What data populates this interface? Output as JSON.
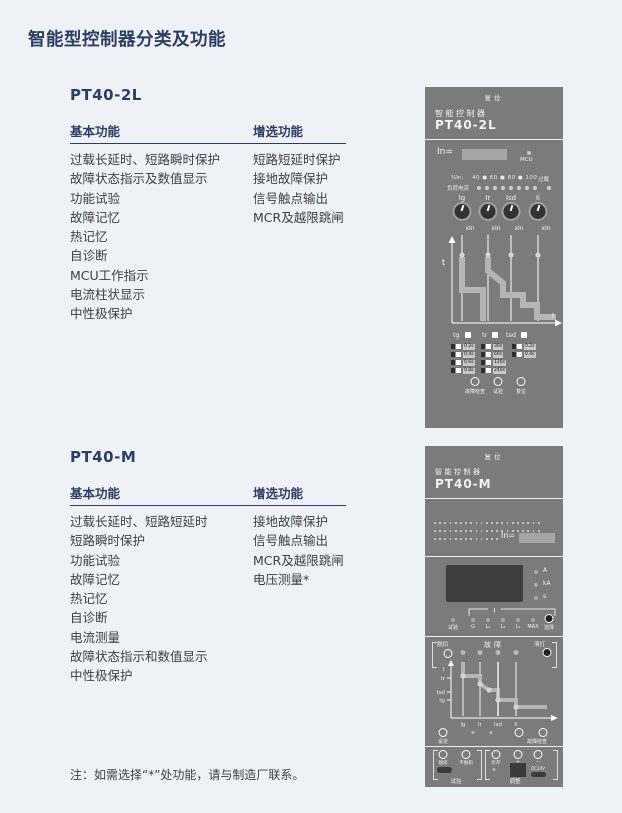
{
  "page": {
    "title": "智能型控制器分类及功能",
    "note": "注：如需选择“*”处功能，请与制造厂联系。"
  },
  "sections": [
    {
      "model": "PT40-2L",
      "columns": [
        {
          "header": "基本功能",
          "items": [
            "过载长延时、短路瞬时保护",
            "故障状态指示及数值显示",
            "功能试验",
            "故障记忆",
            "热记忆",
            "自诊断",
            "MCU工作指示",
            "电流柱状显示",
            "中性极保护"
          ]
        },
        {
          "header": "增选功能",
          "items": [
            "短路短延时保护",
            "接地故障保护",
            "信号触点输出",
            "MCR及越限跳闸"
          ]
        }
      ]
    },
    {
      "model": "PT40-M",
      "columns": [
        {
          "header": "基本功能",
          "items": [
            "过载长延时、短路短延时",
            "短路瞬时保护",
            "功能试验",
            "故障记忆",
            "热记忆",
            "自诊断",
            "电流测量",
            "故障状态指示和数值显示",
            "中性极保护"
          ]
        },
        {
          "header": "增选功能",
          "items": [
            "接地故障保护",
            "信号触点输出",
            "MCR及越限跳闸",
            "电压测量*"
          ]
        }
      ]
    }
  ],
  "colors": {
    "accent_navy": "#2e3d63",
    "device_gray": "#7b7b7b"
  },
  "device_2l": {
    "reset": "复位",
    "type_label": "智能控制器",
    "model": "PT40-2L",
    "in_label": "In=",
    "mcu": "MCU",
    "percent_label": "%In:",
    "percent_scale": "40 ● 60 ● 80 ● 100",
    "overload": "过载",
    "load_current": "负荷电流",
    "knobs": [
      "Ig",
      "Ir",
      "Isd",
      "Ii"
    ],
    "xin": "xIn",
    "t_axis": "t",
    "i_axis": "I",
    "tg": "tg",
    "tr": "tr",
    "tsd": "tsd",
    "tg_values": [
      "0.2s",
      "0.4s",
      "0.6s",
      "0.8s"
    ],
    "tr_values": [
      "30s",
      "60s",
      "120s",
      "240s"
    ],
    "tsd_values": [
      "0.2s",
      "0.4s"
    ],
    "buttons": [
      "故障检查",
      "试验",
      "复位"
    ]
  },
  "device_m": {
    "reset": "复位",
    "type_label": "智能控制器",
    "model": "PT40-M",
    "in_label": "In=",
    "units": [
      "A",
      "kA",
      "s"
    ],
    "group_label": "I",
    "leds": [
      "试验",
      "G",
      "L₁",
      "L₂",
      "L₃",
      "MAX"
    ],
    "select": "选择",
    "fault": "故障",
    "trip": "脱扣",
    "clear_lamp": "清灯",
    "t_ticks": [
      "t",
      "tr",
      "tsd",
      "tg"
    ],
    "x_ticks": [
      "Ig",
      "Ir",
      "Isd",
      "Ii"
    ],
    "set": "设定",
    "fault_check": "故障检查",
    "test_group": "试验",
    "adjust_group": "调整",
    "trip_btn": "脱扣",
    "no_trip_btn": "不脱扣",
    "store": "贮存",
    "plus": "+",
    "minus": "−",
    "dc": "DC24V"
  }
}
